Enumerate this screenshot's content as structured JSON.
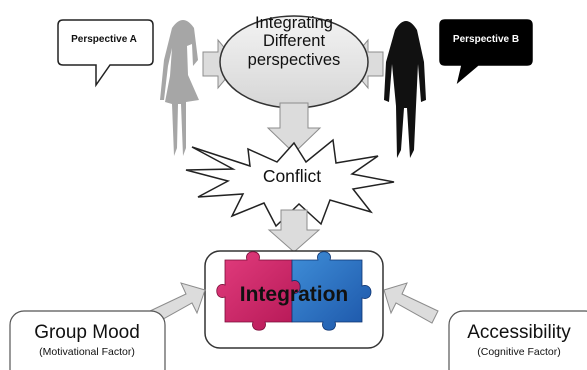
{
  "perspective_a": {
    "label": "Perspective A",
    "figure_color": "#a6a6a6",
    "bubble_color": "#ffffff"
  },
  "perspective_b": {
    "label": "Perspective B",
    "figure_color": "#111111",
    "bubble_color": "#000000"
  },
  "integrating": {
    "lines": [
      "Integrating",
      "Different",
      "perspectives"
    ],
    "fill_color": "#e6e6e6"
  },
  "conflict": {
    "label": "Conflict"
  },
  "integration": {
    "label": "Integration",
    "piece_left_color": "#d4246a",
    "piece_right_color": "#2a6fc2"
  },
  "group_mood": {
    "title": "Group Mood",
    "subtitle": "(Motivational Factor)"
  },
  "accessibility": {
    "title": "Accessibility",
    "subtitle": "(Cognitive Factor)"
  },
  "arrow_color": "#dcdcdc"
}
